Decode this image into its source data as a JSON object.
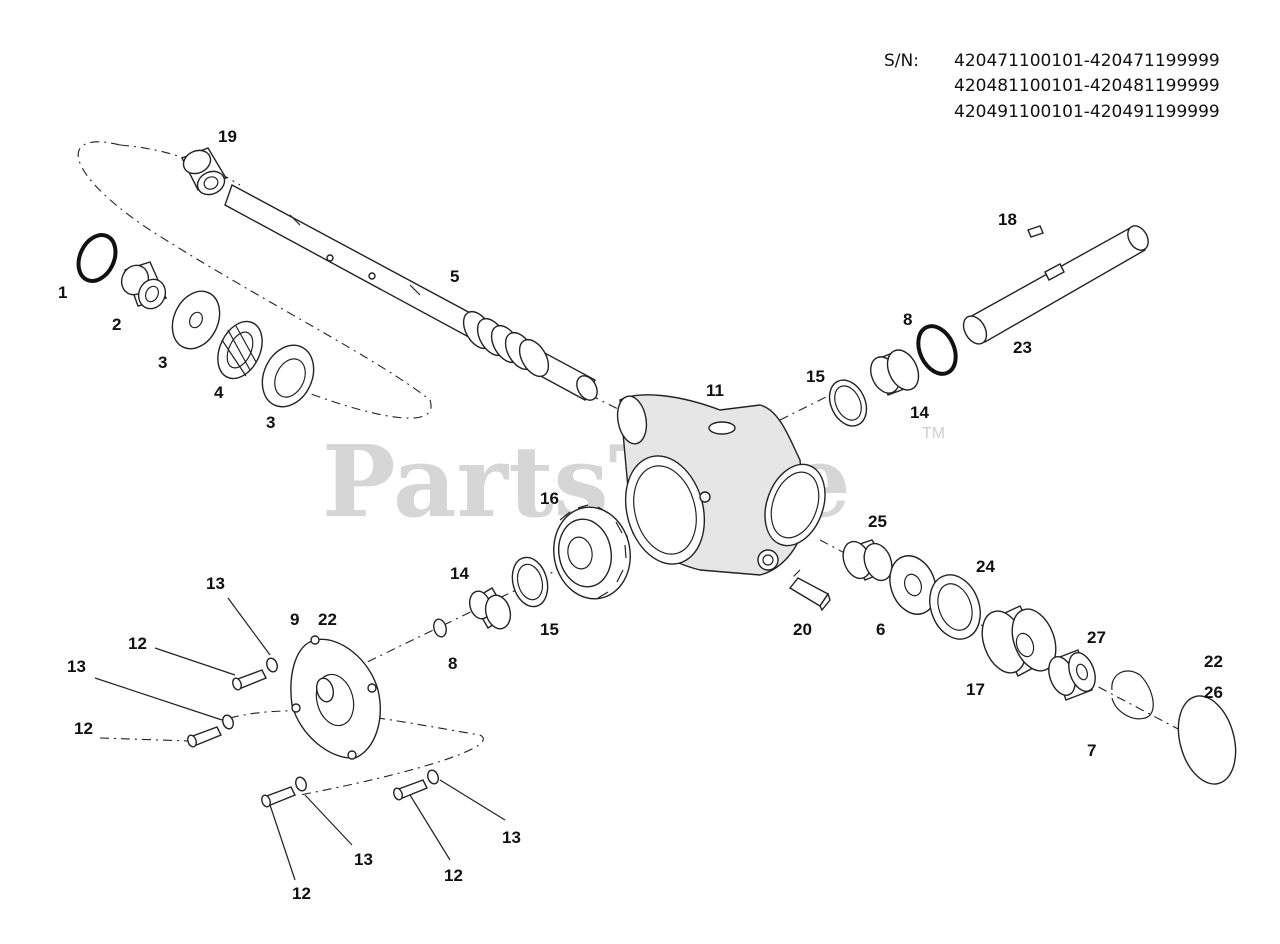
{
  "serial_numbers": {
    "label": "S/N:",
    "ranges": [
      "420471100101-420471199999",
      "420481100101-420481199999",
      "420491100101-420491199999"
    ]
  },
  "watermark": {
    "text": "PartsTree",
    "tm": "TM"
  },
  "callouts": {
    "c1": "1",
    "c2": "2",
    "c3a": "3",
    "c3b": "3",
    "c4": "4",
    "c5": "5",
    "c6": "6",
    "c7": "7",
    "c8a": "8",
    "c8b": "8",
    "c9": "9",
    "c11": "11",
    "c12a": "12",
    "c12b": "12",
    "c12c": "12",
    "c12d": "12",
    "c13a": "13",
    "c13b": "13",
    "c13c": "13",
    "c13d": "13",
    "c14a": "14",
    "c14b": "14",
    "c15a": "15",
    "c15b": "15",
    "c16": "16",
    "c17": "17",
    "c18": "18",
    "c19": "19",
    "c20": "20",
    "c22a": "22",
    "c22b": "22",
    "c23": "23",
    "c24": "24",
    "c25": "25",
    "c26": "26",
    "c27": "27"
  },
  "colors": {
    "line": "#222222",
    "watermark": "#cfcfcf"
  }
}
